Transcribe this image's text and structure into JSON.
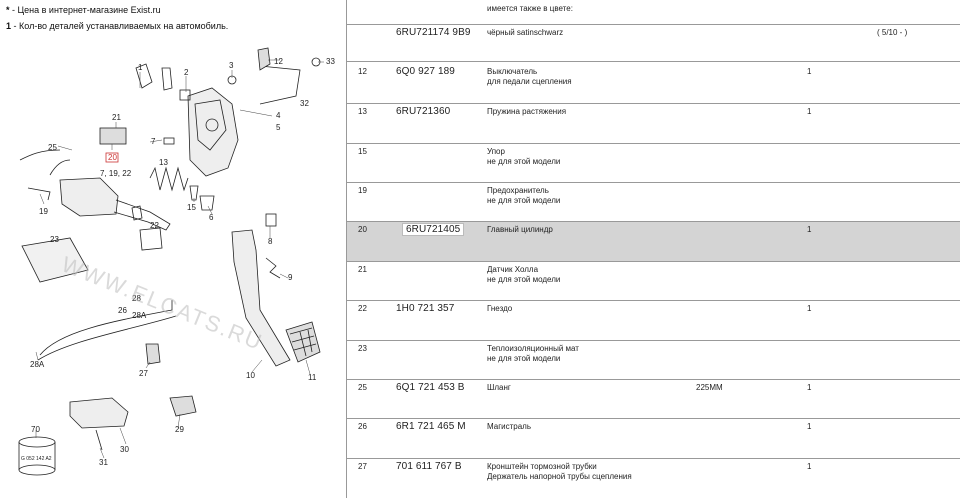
{
  "notes": [
    {
      "symbol": "*",
      "text": " - Цена в интернет-магазине Exist.ru"
    },
    {
      "symbol": "1",
      "text": " - Кол-во деталей устанавливаемых на автомобиль."
    }
  ],
  "watermark": "WWW.ELCATS.RU",
  "diagram": {
    "labels": [
      "1",
      "2",
      "3",
      "4",
      "5",
      "6",
      "7",
      "7, 19, 22",
      "8",
      "9",
      "10",
      "11",
      "12",
      "13",
      "15",
      "19",
      "20",
      "21",
      "22",
      "23",
      "25",
      "26",
      "27",
      "28",
      "28A",
      "28A",
      "29",
      "30",
      "31",
      "32",
      "33",
      "70"
    ],
    "stamp_text": "G 052 142 A2"
  },
  "top_row": {
    "description": "имеется также в цвете:"
  },
  "rows": [
    {
      "pos": "",
      "number": "6RU721174 9B9",
      "description": "чёрный satinschwarz",
      "note": "",
      "qty": "",
      "model": "( 5/10 - )",
      "highlight": false
    },
    {
      "pos": "12",
      "number": "6Q0 927 189",
      "description": "Выключатель\nдля педали сцепления",
      "note": "",
      "qty": "1",
      "model": "",
      "highlight": false
    },
    {
      "pos": "13",
      "number": "6RU721360",
      "description": "Пружина растяжения",
      "note": "",
      "qty": "1",
      "model": "",
      "highlight": false
    },
    {
      "pos": "15",
      "number": "",
      "description": "Упор\nне для этой модели",
      "note": "",
      "qty": "",
      "model": "",
      "highlight": false
    },
    {
      "pos": "19",
      "number": "",
      "description": "Предохранитель\nне для этой модели",
      "note": "",
      "qty": "",
      "model": "",
      "highlight": false
    },
    {
      "pos": "20",
      "number": "6RU721405",
      "description": "Главный цилиндр",
      "note": "",
      "qty": "1",
      "model": "",
      "highlight": true
    },
    {
      "pos": "21",
      "number": "",
      "description": "Датчик Холла\nне для этой модели",
      "note": "",
      "qty": "",
      "model": "",
      "highlight": false
    },
    {
      "pos": "22",
      "number": "1H0 721 357",
      "description": "Гнездо",
      "note": "",
      "qty": "1",
      "model": "",
      "highlight": false
    },
    {
      "pos": "23",
      "number": "",
      "description": "Теплоизоляционный мат\nне для этой модели",
      "note": "",
      "qty": "",
      "model": "",
      "highlight": false
    },
    {
      "pos": "25",
      "number": "6Q1 721 453 B",
      "description": "Шланг",
      "note": "225MM",
      "qty": "1",
      "model": "",
      "highlight": false
    },
    {
      "pos": "26",
      "number": "6R1 721 465 M",
      "description": "Магистраль",
      "note": "",
      "qty": "1",
      "model": "",
      "highlight": false
    },
    {
      "pos": "27",
      "number": "701 611 767 B",
      "description": "Кронштейн тормозной трубки\nДержатель напорной трубы сцепления",
      "note": "",
      "qty": "1",
      "model": "",
      "highlight": false
    }
  ]
}
